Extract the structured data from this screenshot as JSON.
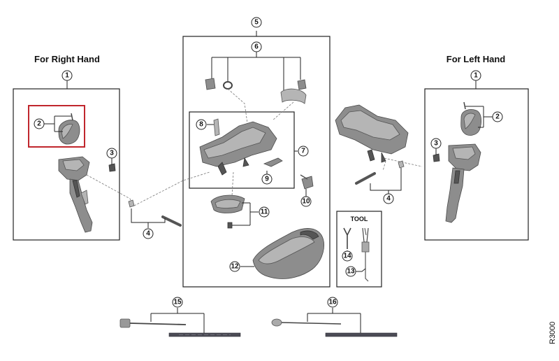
{
  "headings": {
    "right_hand": "For Right Hand",
    "left_hand": "For Left Hand",
    "tool": "TOOL"
  },
  "model_code": "R3000",
  "callouts": {
    "c1": "1",
    "c2": "2",
    "c3": "3",
    "c4": "4",
    "c5": "5",
    "c6": "6",
    "c7": "7",
    "c8": "8",
    "c9": "9",
    "c10": "10",
    "c11": "11",
    "c12": "12",
    "c13": "13",
    "c14": "14",
    "c15": "15",
    "c16": "16"
  },
  "colors": {
    "highlight": "#c0262d",
    "line": "#222222",
    "part": "#8d8d8d"
  }
}
